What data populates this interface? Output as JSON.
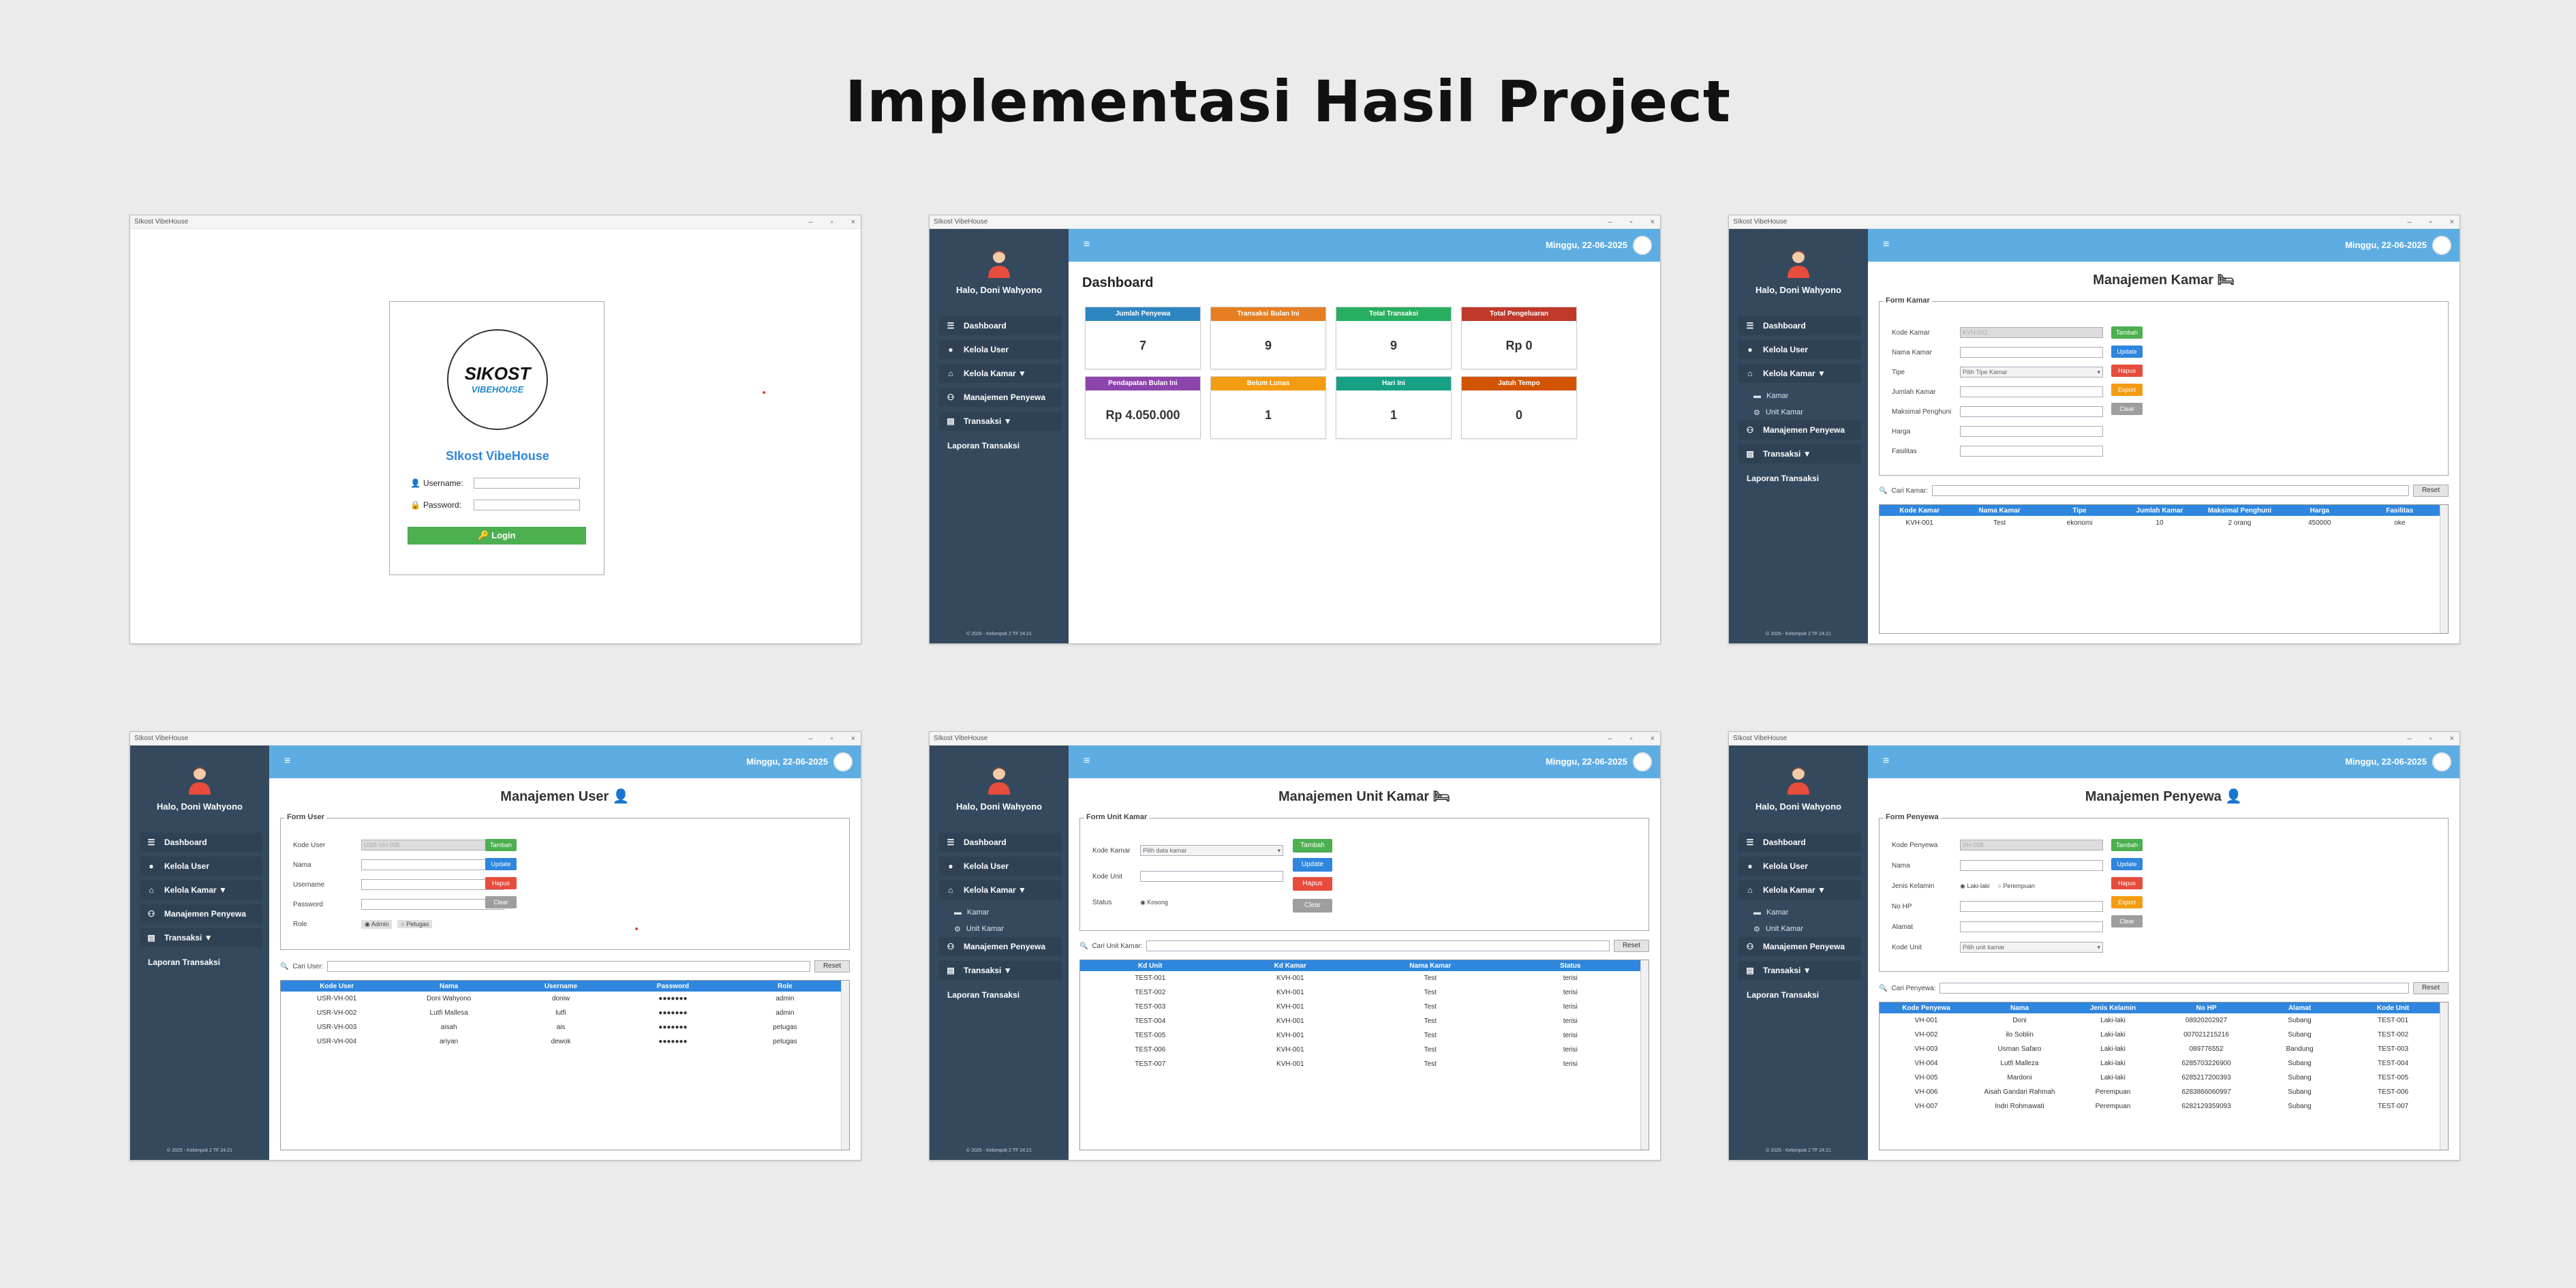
{
  "page_title": "Implementasi Hasil Project",
  "window_title": "SIkost VibeHouse",
  "win_controls": [
    "–",
    "▫",
    "×"
  ],
  "login": {
    "logo_text": "SIKOST",
    "logo_sub": "VIBEHOUSE",
    "app_name": "SIkost VibeHouse",
    "username_label": "Username:",
    "password_label": "Password:",
    "login_button": "Login"
  },
  "common": {
    "hello": "Halo, Doni Wahyono",
    "date": "Minggu, 22-06-2025",
    "hamburger": "≡",
    "footer": "© 2025 - Kelompok 2 TF 24.21",
    "menu_dashboard": "Dashboard",
    "menu_kelola_user": "Kelola User",
    "menu_kelola_kamar": "Kelola Kamar ▼",
    "menu_kamar": "Kamar",
    "menu_unit_kamar": "Unit Kamar",
    "menu_penyewa": "Manajemen Penyewa",
    "menu_transaksi": "Transaksi ▼",
    "menu_laporan": "Laporan Transaksi",
    "search_reset": "Reset",
    "btn_tambah": "Tambah",
    "btn_update": "Update",
    "btn_hapus": "Hapus",
    "btn_export": "Export",
    "btn_clear": "Clear"
  },
  "dashboard": {
    "title": "Dashboard",
    "cards": [
      {
        "label": "Jumlah Penyewa",
        "value": "7",
        "color": "#2e86c1"
      },
      {
        "label": "Transaksi Bulan Ini",
        "value": "9",
        "color": "#e67e22"
      },
      {
        "label": "Total Transaksi",
        "value": "9",
        "color": "#27ae60"
      },
      {
        "label": "Total Pengeluaran",
        "value": "Rp 0",
        "color": "#c0392b"
      },
      {
        "label": "Pendapatan Bulan Ini",
        "value": "Rp 4.050.000",
        "color": "#8e44ad"
      },
      {
        "label": "Belum Lunas",
        "value": "1",
        "color": "#f39c12"
      },
      {
        "label": "Hari Ini",
        "value": "1",
        "color": "#16a085"
      },
      {
        "label": "Jatuh Tempo",
        "value": "0",
        "color": "#d35400"
      }
    ]
  },
  "kamar": {
    "title": "Manajemen Kamar 🛏",
    "form_title": "Form Kamar",
    "labels": [
      "Kode Kamar",
      "Nama Kamar",
      "Tipe",
      "Jumlah Kamar",
      "Maksimal Penghuni",
      "Harga",
      "Fasilitas"
    ],
    "kode_value": "KVH-002",
    "tipe_value": "Pilih Tipe Kamar",
    "search_label": "Cari Kamar:",
    "headers": [
      "Kode Kamar",
      "Nama Kamar",
      "Tipe",
      "Jumlah Kamar",
      "Maksimal Penghuni",
      "Harga",
      "Fasilitas"
    ],
    "rows": [
      [
        "KVH-001",
        "Test",
        "ekonomi",
        "10",
        "2 orang",
        "450000",
        "oke"
      ]
    ]
  },
  "user": {
    "title": "Manajemen User 👤",
    "form_title": "Form User",
    "labels": [
      "Kode User",
      "Nama",
      "Username",
      "Password",
      "Role"
    ],
    "kode_value": "USR-VH-005",
    "role_admin": "Admin",
    "role_petugas": "Petugas",
    "search_label": "Cari User:",
    "headers": [
      "Kode User",
      "Nama",
      "Username",
      "Password",
      "Role"
    ],
    "rows": [
      [
        "USR-VH-001",
        "Doni Wahyono",
        "doniw",
        "●●●●●●●",
        "admin"
      ],
      [
        "USR-VH-002",
        "Lutfi Mallesa",
        "lutfi",
        "●●●●●●●",
        "admin"
      ],
      [
        "USR-VH-003",
        "aisah",
        "ais",
        "●●●●●●●",
        "petugas"
      ],
      [
        "USR-VH-004",
        "ariyan",
        "dewok",
        "●●●●●●●",
        "petugas"
      ]
    ]
  },
  "unit": {
    "title": "Manajemen Unit Kamar 🛏",
    "form_title": "Form Unit Kamar",
    "labels": [
      "Kode Kamar",
      "Kode Unit",
      "Status"
    ],
    "kamar_value": "Pilih data kamar",
    "status_value": "Kosong",
    "search_label": "Cari Unit Kamar:",
    "headers": [
      "Kd Unit",
      "Kd Kamar",
      "Nama Kamar",
      "Status"
    ],
    "rows": [
      [
        "TEST-001",
        "KVH-001",
        "Test",
        "terisi"
      ],
      [
        "TEST-002",
        "KVH-001",
        "Test",
        "terisi"
      ],
      [
        "TEST-003",
        "KVH-001",
        "Test",
        "terisi"
      ],
      [
        "TEST-004",
        "KVH-001",
        "Test",
        "terisi"
      ],
      [
        "TEST-005",
        "KVH-001",
        "Test",
        "terisi"
      ],
      [
        "TEST-006",
        "KVH-001",
        "Test",
        "terisi"
      ],
      [
        "TEST-007",
        "KVH-001",
        "Test",
        "terisi"
      ]
    ]
  },
  "penyewa": {
    "title": "Manajemen Penyewa 👤",
    "form_title": "Form Penyewa",
    "labels": [
      "Kode Penyewa",
      "Nama",
      "Jenis Kelamin",
      "No HP",
      "Alamat",
      "Kode Unit"
    ],
    "kode_value": "VH-008",
    "jk_laki": "Laki-laki",
    "jk_perempuan": "Perempuan",
    "unit_value": "Pilih unit kamar",
    "search_label": "Cari Penyewa:",
    "headers": [
      "Kode Penyewa",
      "Nama",
      "Jenis Kelamin",
      "No HP",
      "Alamat",
      "Kode Unit"
    ],
    "rows": [
      [
        "VH-001",
        "Doni",
        "Laki-laki",
        "08920202927",
        "Subang",
        "TEST-001"
      ],
      [
        "VH-002",
        "ilo Soblin",
        "Laki-laki",
        "007021215216",
        "Subang",
        "TEST-002"
      ],
      [
        "VH-003",
        "Usman Safaro",
        "Laki-laki",
        "089776552",
        "Bandung",
        "TEST-003"
      ],
      [
        "VH-004",
        "Lutfi Malleza",
        "Laki-laki",
        "6285703226900",
        "Subang",
        "TEST-004"
      ],
      [
        "VH-005",
        "Mardoni",
        "Laki-laki",
        "6285217200393",
        "Subang",
        "TEST-005"
      ],
      [
        "VH-006",
        "Aisah Gandari Rahmah",
        "Perempuan",
        "6283866060997",
        "Subang",
        "TEST-006"
      ],
      [
        "VH-007",
        "Indri Rohmawati",
        "Perempuan",
        "6282129359093",
        "Subang",
        "TEST-007"
      ]
    ]
  }
}
